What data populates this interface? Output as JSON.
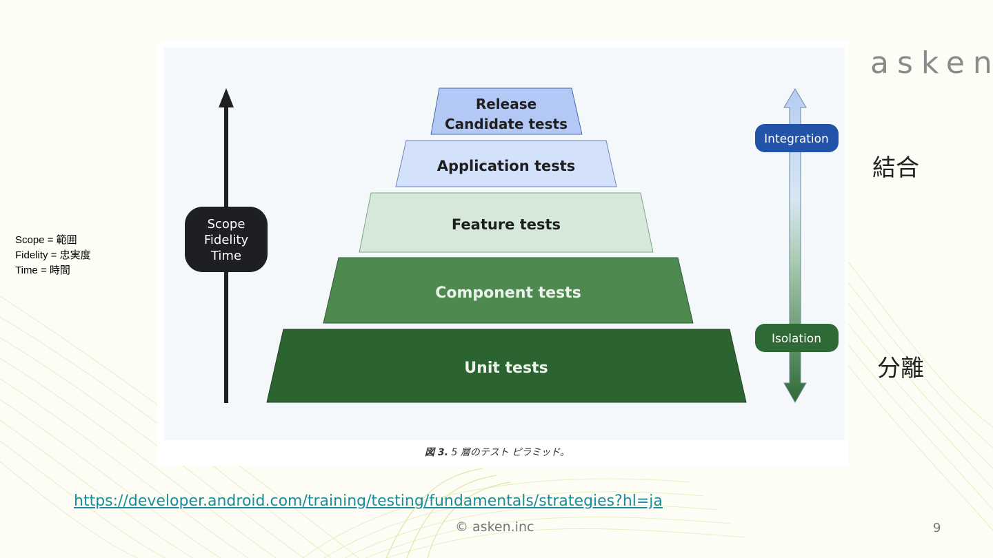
{
  "logo": "asken",
  "notes": [
    "Scope = 範囲",
    "Fidelity = 忠実度",
    "Time = 時間"
  ],
  "diagram": {
    "tiers": [
      {
        "lines": [
          "Release",
          "Candidate tests"
        ]
      },
      {
        "lines": [
          "Application tests"
        ]
      },
      {
        "lines": [
          "Feature tests"
        ]
      },
      {
        "lines": [
          "Component tests"
        ]
      },
      {
        "lines": [
          "Unit tests"
        ]
      }
    ],
    "left_axis_label": [
      "Scope",
      "Fidelity",
      "Time"
    ],
    "right_axis": {
      "top": "Integration",
      "bottom": "Isolation"
    },
    "caption_prefix": "図 3.",
    "caption_text": " 5 層のテスト ピラミッド。"
  },
  "side_labels": {
    "top": "結合",
    "bottom": "分離"
  },
  "link": "https://developer.android.com/training/testing/fundamentals/strategies?hl=ja",
  "footer": "© asken.inc",
  "page_number": "9",
  "colors": {
    "tier_fills": [
      "#b3c8f4",
      "#d3e1fa",
      "#d5e8d9",
      "#4e8a4f",
      "#2b6431"
    ],
    "tier_text": [
      "#1e1e1e",
      "#1e1e1e",
      "#1e1e1e",
      "#e9f3ea",
      "#eef6ee"
    ],
    "integration_pill": "#2352a9",
    "isolation_pill": "#2f6a36",
    "link": "#1a8ca0"
  }
}
